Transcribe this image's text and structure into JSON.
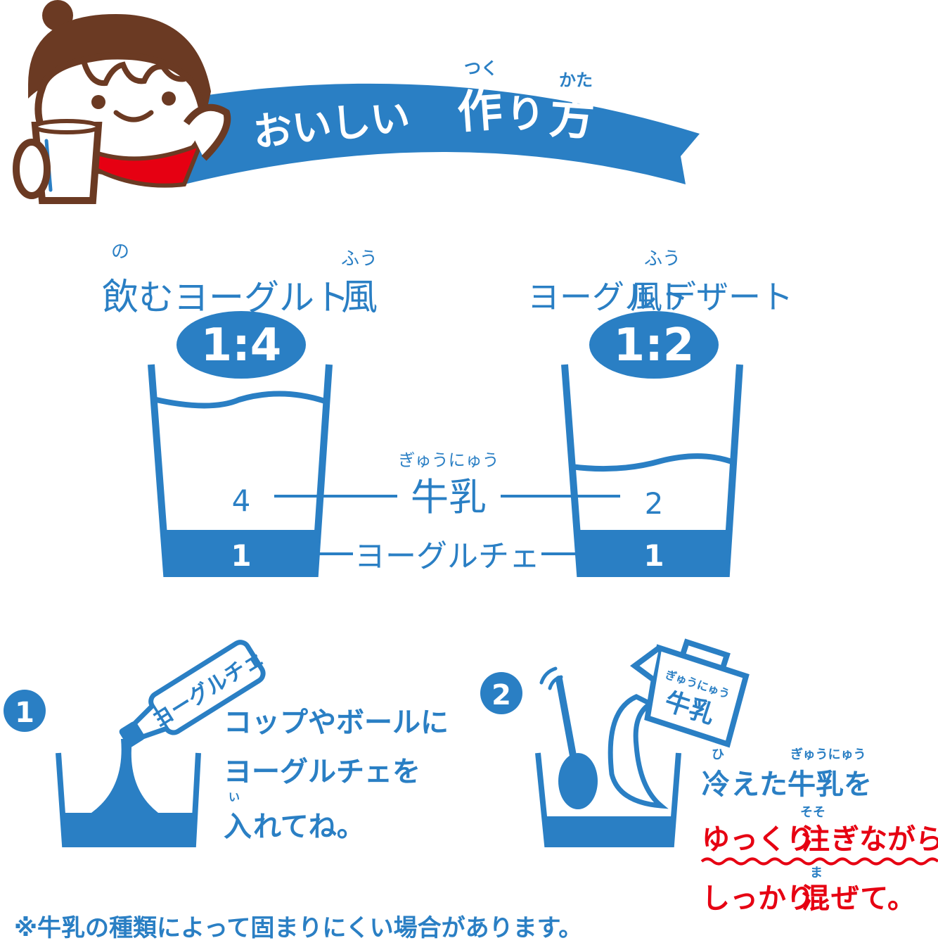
{
  "header": {
    "title_pre": "おいしい",
    "title_kanji1": "作",
    "title_mid": "り",
    "title_kanji2": "方",
    "ruby_tsuku": "つく",
    "ruby_kata": "かた"
  },
  "left_recipe": {
    "name_kanji1": "飲",
    "name_mid": "むヨーグルト",
    "name_kanji2": "風",
    "ruby_no": "の",
    "ruby_fuu": "ふう",
    "ratio": "1:4",
    "milk_parts": "4",
    "yogurt_parts": "1"
  },
  "right_recipe": {
    "name_pre": "ヨーグルト",
    "name_kanji": "風",
    "name_post": "デザート",
    "ruby_fuu": "ふう",
    "ratio": "1:2",
    "milk_parts": "2",
    "yogurt_parts": "1"
  },
  "legend": {
    "milk": "牛乳",
    "milk_ruby": "ぎゅうにゅう",
    "yogurt": "ヨーグルチェ"
  },
  "step1": {
    "number": "1",
    "bottle_label": "ヨーグルチェ",
    "line1": "コップやボールに",
    "line2": "ヨーグルチェを",
    "line3_kanji": "入",
    "line3_rest": "れてね。",
    "ruby_i": "い"
  },
  "step2": {
    "number": "2",
    "pitcher_label": "牛乳",
    "pitcher_ruby": "ぎゅうにゅう",
    "line1_kanji": "冷",
    "line1_rest": "えた牛乳を",
    "ruby_hi": "ひ",
    "ruby_gyuunyuu": "ぎゅうにゅう",
    "line2_pre": "ゆっくり",
    "line2_kanji": "注",
    "line2_post": "ぎながら",
    "ruby_soso": "そそ",
    "line3_pre": "しっかり",
    "line3_kanji": "混",
    "line3_post": "ぜて。",
    "ruby_ma": "ま"
  },
  "footnote": "※牛乳の種類によって固まりにくい場合があります。",
  "colors": {
    "blue": "#2a7fc4",
    "red": "#e60012",
    "brown": "#6b3a23",
    "scarf": "#e60012"
  }
}
